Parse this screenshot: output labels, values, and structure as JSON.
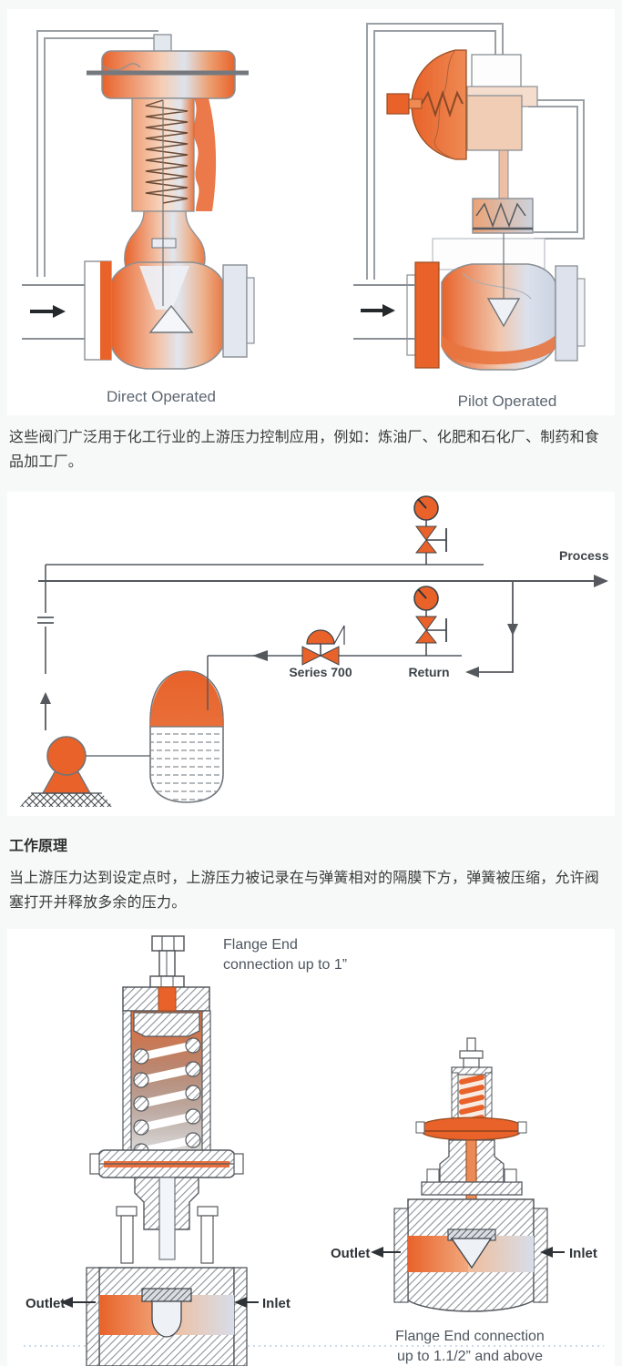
{
  "page": {
    "background": "#f7f8f8",
    "card_background": "#ffffff",
    "accent_orange": "#e8622a",
    "body_text_color": "#3b3b3b",
    "figure_label_color": "#5d6671"
  },
  "top_figure": {
    "left_caption": "Direct Operated",
    "right_caption": "Pilot Operated"
  },
  "intro_paragraph": "这些阀门广泛用于化工行业的上游压力控制应用，例如：炼油厂、化肥和石化厂、制药和食品加工厂。",
  "flow_diagram": {
    "process_label": "Process",
    "series_label": "Series 700",
    "return_label": "Return"
  },
  "working_principle": {
    "heading": "工作原理",
    "body": "当上游压力达到设定点时，上游压力被记录在与弹簧相对的隔膜下方，弹簧被压缩，允许阀塞打开并释放多余的压力。"
  },
  "bottom_figure": {
    "left_caption_line1": "Flange End",
    "left_caption_line2": "connection up to 1”",
    "right_caption_line1": "Flange End connection",
    "right_caption_line2": "up to 1.1/2” and above",
    "left_valve": {
      "outlet_label": "Outlet",
      "inlet_label": "Inlet"
    },
    "right_valve": {
      "outlet_label": "Outlet",
      "inlet_label": "Inlet"
    }
  }
}
